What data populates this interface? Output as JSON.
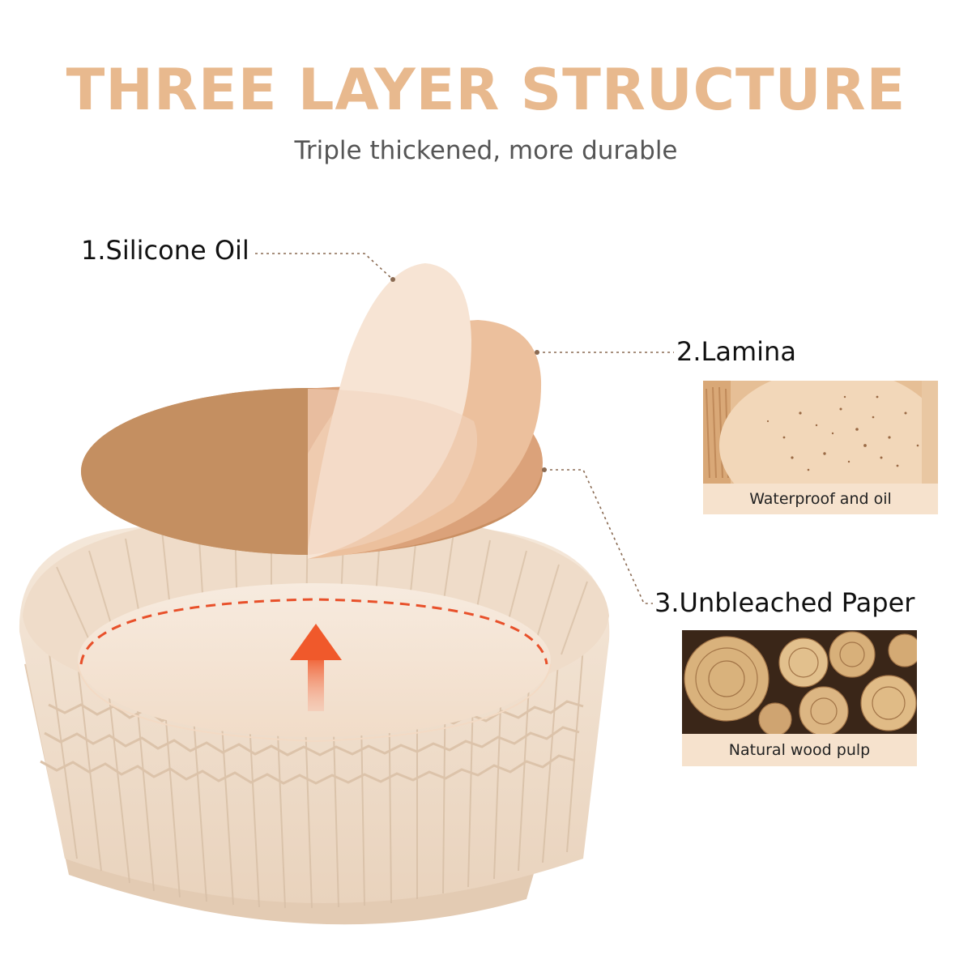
{
  "header": {
    "title": "THREE LAYER STRUCTURE",
    "subtitle": "Triple thickened, more durable"
  },
  "layers": [
    {
      "label": "1.Silicone Oil"
    },
    {
      "label": "2.Lamina",
      "caption": "Waterproof and oil"
    },
    {
      "label": "3.Unbleached Paper",
      "caption": "Natural wood pulp"
    }
  ],
  "colors": {
    "title": "#e8b98e",
    "paper": "#f3e6d8",
    "layer_dark": "#c48f61",
    "layer_mid": "#e6b994",
    "layer_light": "#f6e0cf",
    "arrow": "#f26a36"
  }
}
